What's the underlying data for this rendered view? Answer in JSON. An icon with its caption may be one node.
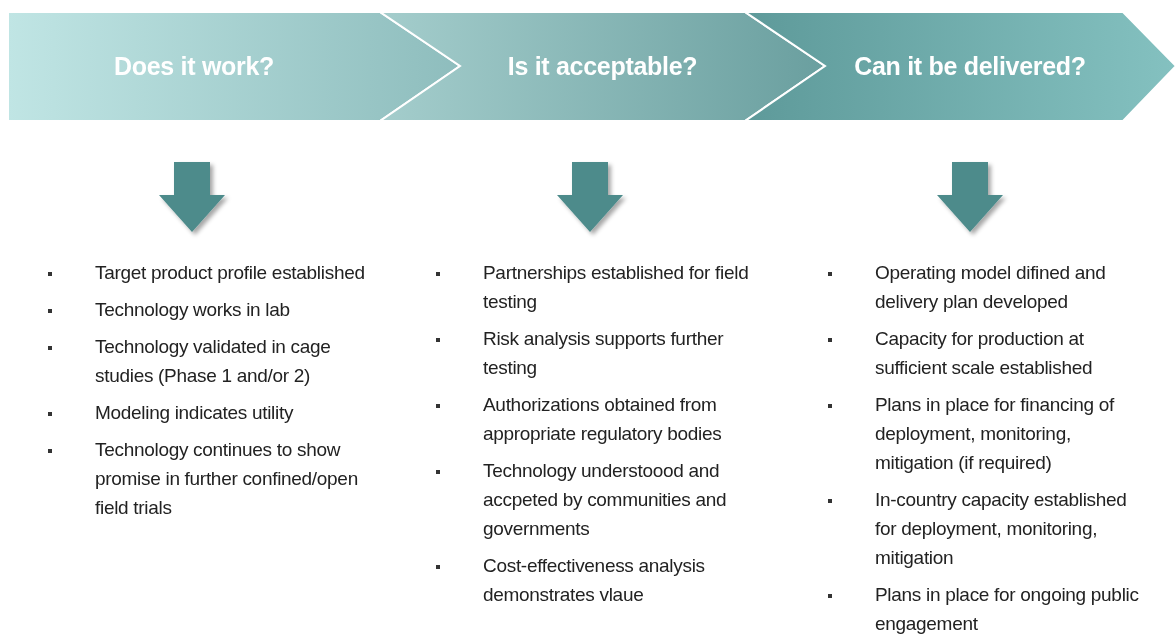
{
  "diagram": {
    "nodes": [
      {
        "text": [
          "Does it work?"
        ]
      },
      {
        "text": [
          "Is it acceptable?"
        ]
      },
      {
        "text": [
          "Can it be delivered?"
        ]
      },
      {
        "text": [
          "Target product profile established",
          "Technology works in lab",
          "Technology validated in cage studies (Phase 1 and/or 2)",
          "Modeling indicates utility",
          "Technology continues to show promise in further confined/open field trials"
        ]
      },
      {
        "text": [
          "Partnerships established for field testing",
          "Risk analysis supports further testing",
          "Authorizations obtained from appropriate regulatory bodies",
          "Technology understoood and accpeted by communities and governments",
          "Cost-effectiveness analysis demonstrates vlaue"
        ]
      },
      {
        "text": [
          "Operating model difined and delivery plan developed",
          "Capacity for production at sufficient scale established",
          "Plans in place for financing of deployment, monitoring, mitigation (if required)",
          "In-country capacity established for deployment, monitoring, mitigation",
          "Plans in place for ongoing public engagement"
        ]
      }
    ],
    "edges": [
      {
        "from": 0,
        "to": 3,
        "arrow": "to",
        "style": "thick"
      },
      {
        "from": 1,
        "to": 4,
        "arrow": "to",
        "style": "thick"
      },
      {
        "from": 2,
        "to": 5,
        "arrow": "to",
        "style": "thick"
      }
    ]
  }
}
